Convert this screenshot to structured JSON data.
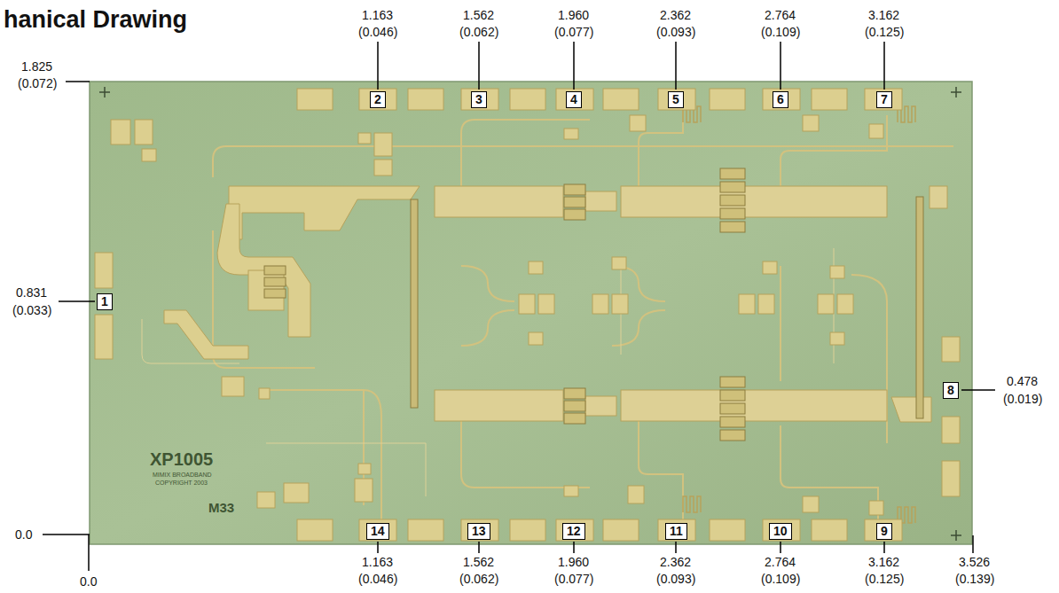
{
  "diagram": {
    "title": "hanical Drawing",
    "nodes": [
      {
        "text": [
          "1"
        ]
      },
      {
        "text": [
          "2"
        ]
      },
      {
        "text": [
          "3"
        ]
      },
      {
        "text": [
          "4"
        ]
      },
      {
        "text": [
          "5"
        ]
      },
      {
        "text": [
          "6"
        ]
      },
      {
        "text": [
          "7"
        ]
      },
      {
        "text": [
          "8"
        ]
      },
      {
        "text": [
          "9"
        ]
      },
      {
        "text": [
          "10"
        ]
      },
      {
        "text": [
          "11"
        ]
      },
      {
        "text": [
          "12"
        ]
      },
      {
        "text": [
          "13"
        ]
      },
      {
        "text": [
          "14"
        ]
      }
    ],
    "labels": [
      "1.163",
      "(0.046)",
      "1.562",
      "(0.062)",
      "1.960",
      "(0.077)",
      "2.362",
      "(0.093)",
      "2.764",
      "(0.109)",
      "3.162",
      "(0.125)",
      "1.825",
      "(0.072)",
      "0.831",
      "(0.033)",
      "0.0",
      "0.478",
      "(0.019)",
      "1.163",
      "(0.046)",
      "1.562",
      "(0.062)",
      "1.960",
      "(0.077)",
      "2.362",
      "(0.093)",
      "2.764",
      "(0.109)",
      "3.162",
      "(0.125)",
      "3.526",
      "(0.139)",
      "0.0",
      "XP1005",
      "MIMIX BROADBAND",
      "COPYRIGHT 2003",
      "M33"
    ]
  }
}
